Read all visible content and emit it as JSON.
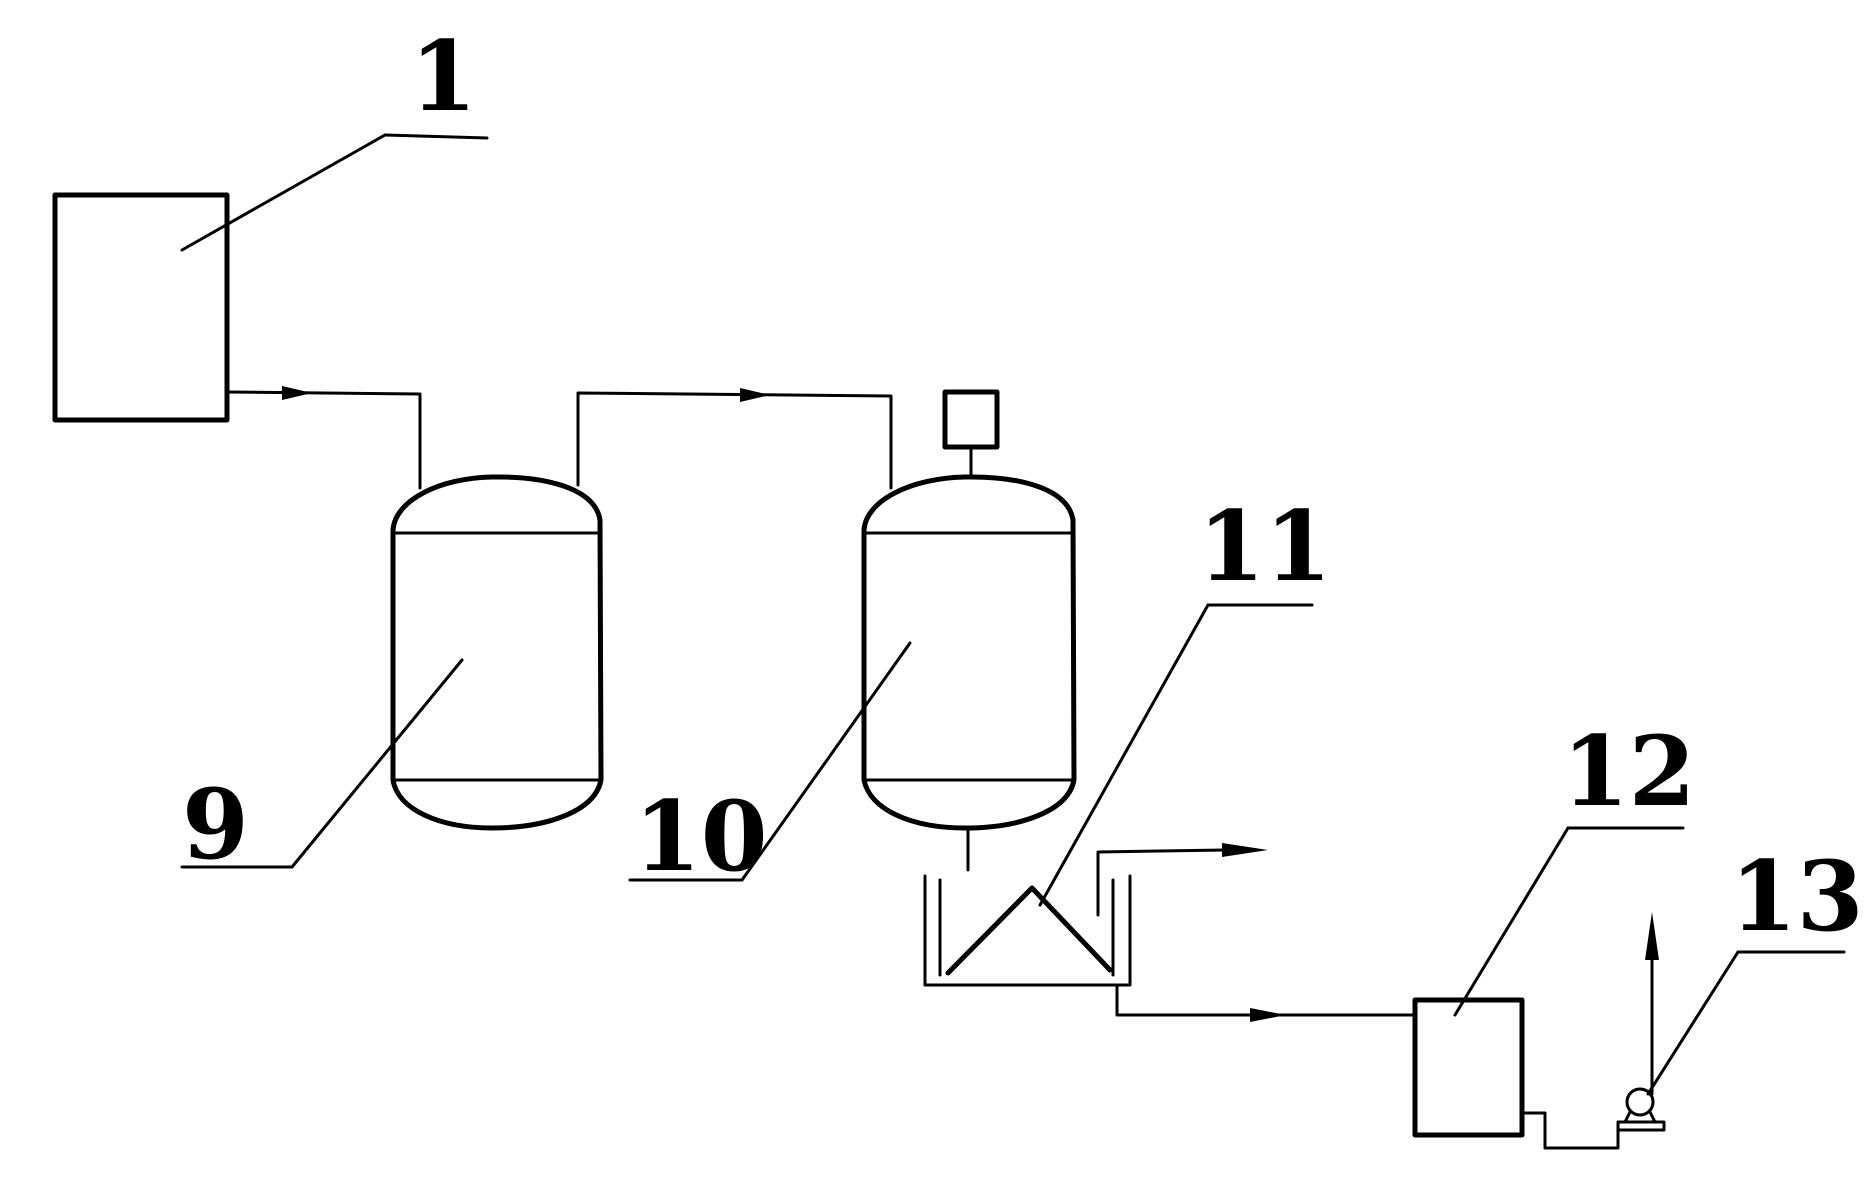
{
  "labels": {
    "box_1": "1",
    "tank_9": "9",
    "tank_10": "10",
    "trough_11": "11",
    "box_12": "12",
    "pump_13": "13"
  },
  "colors": {
    "line": "#000000",
    "background": "#ffffff"
  }
}
